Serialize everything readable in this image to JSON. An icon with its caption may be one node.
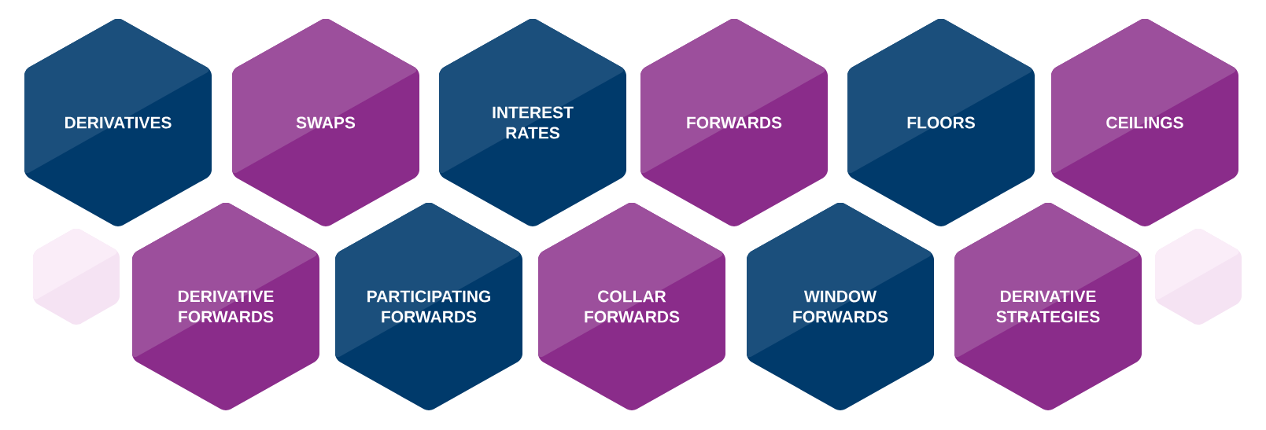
{
  "diagram": {
    "nodes": [
      {
        "text": [
          "DERIVATIVES"
        ]
      },
      {
        "text": [
          "SWAPS"
        ]
      },
      {
        "text": [
          "INTEREST RATES"
        ]
      },
      {
        "text": [
          "FORWARDS"
        ]
      },
      {
        "text": [
          "FLOORS"
        ]
      },
      {
        "text": [
          "CEILINGS"
        ]
      },
      {
        "text": [],
        "shape": "hexagon"
      },
      {
        "text": [
          "DERIVATIVE FORWARDS"
        ]
      },
      {
        "text": [
          "PARTICIPATING FORWARDS"
        ]
      },
      {
        "text": [
          "COLLAR FORWARDS"
        ]
      },
      {
        "text": [
          "WINDOW FORWARDS"
        ]
      },
      {
        "text": [
          "DERIVATIVE STRATEGIES"
        ]
      },
      {
        "text": [],
        "shape": "hexagon"
      }
    ]
  }
}
